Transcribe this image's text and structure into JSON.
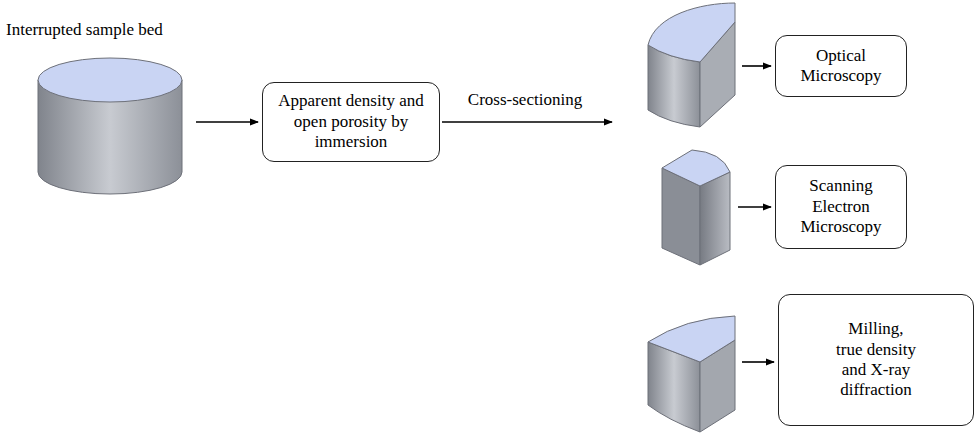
{
  "diagram": {
    "nodes": [
      {
        "text": [
          "Apparent density and open porosity by immersion"
        ]
      },
      {
        "text": [
          "Optical Microscopy"
        ]
      },
      {
        "text": [
          "Scanning Electron Microscopy"
        ]
      },
      {
        "text": [
          "Milling, true density and X-ray diffraction"
        ]
      }
    ],
    "labels": [
      "Interrupted sample bed",
      "Cross-sectioning"
    ]
  }
}
